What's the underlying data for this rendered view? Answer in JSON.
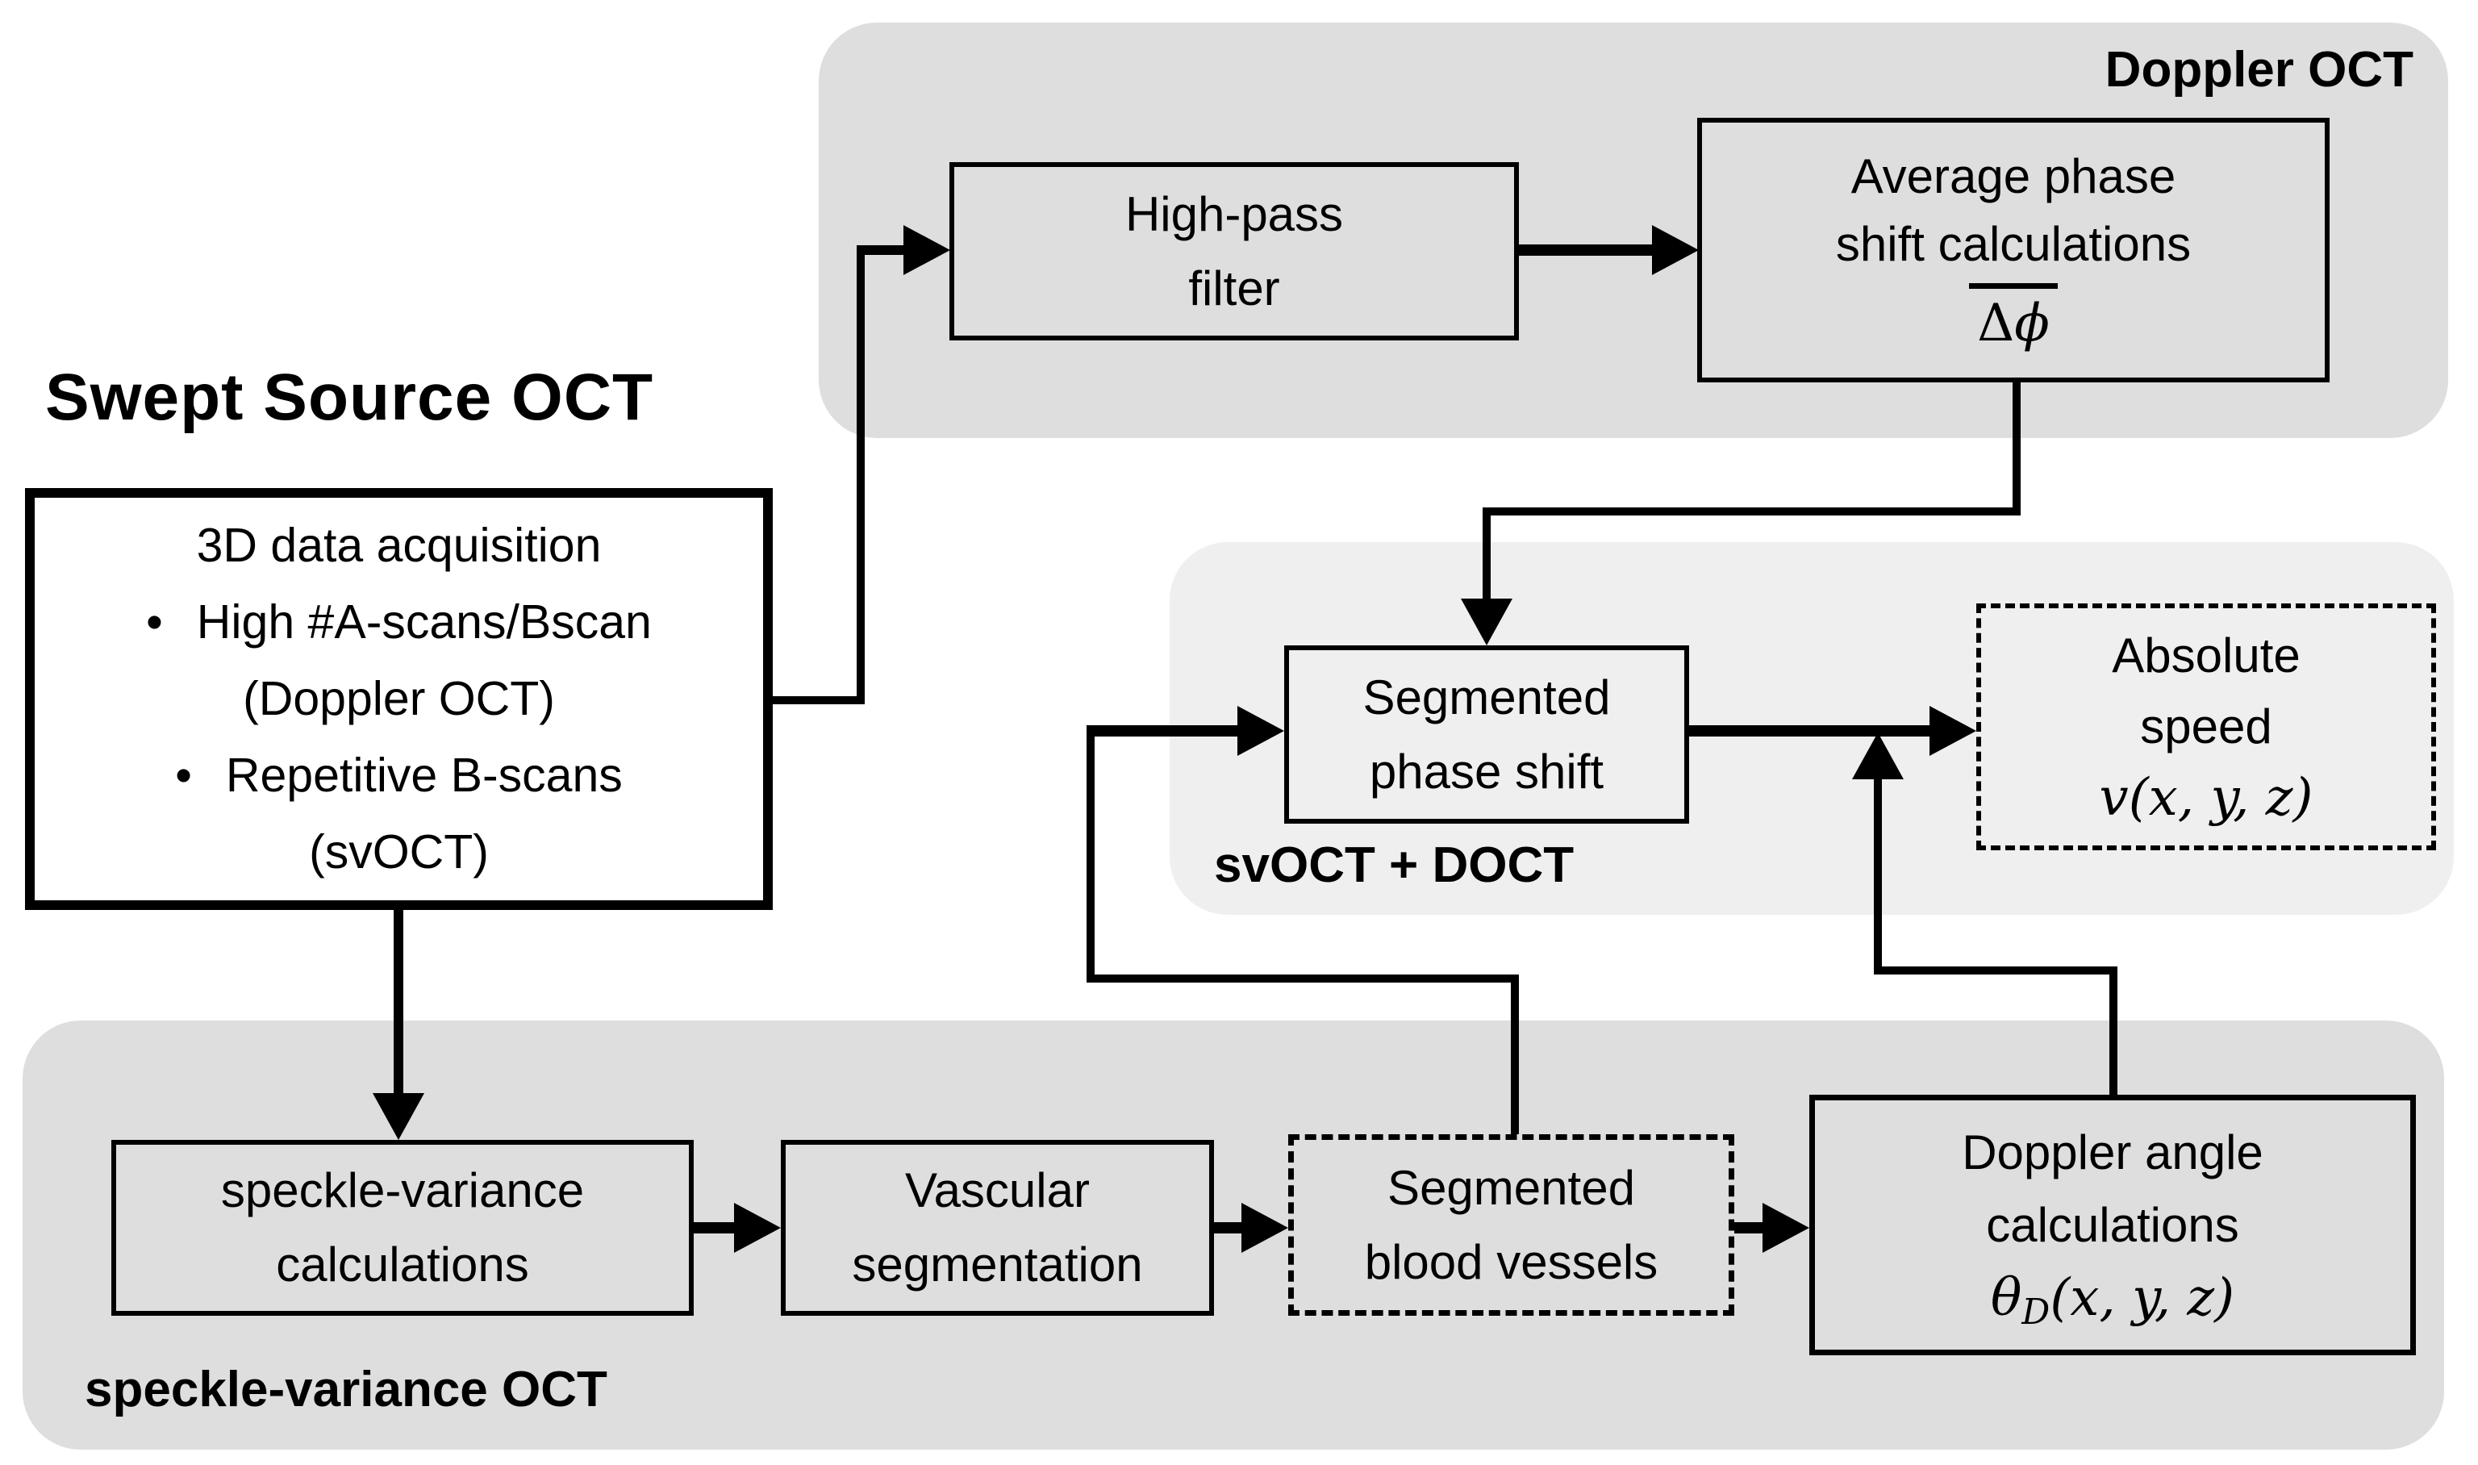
{
  "colors": {
    "panel_dark": "#dedede",
    "panel_light": "#efefef",
    "line": "#000000",
    "node_fill_white": "#ffffff",
    "text": "#000000"
  },
  "title": "Swept Source OCT",
  "panels": {
    "doppler": {
      "label": "Doppler OCT"
    },
    "svdoct": {
      "label": "svOCT + DOCT"
    },
    "sv": {
      "label": "speckle-variance OCT"
    }
  },
  "nodes": {
    "acq": {
      "line1": "3D data acquisition",
      "bullet": "•",
      "line2": "High #A-scans/Bscan",
      "line3": "(Doppler OCT)",
      "line4": "Repetitive B-scans",
      "line5": "(svOCT)"
    },
    "highpass": {
      "line1": "High-pass",
      "line2": "filter"
    },
    "avgphase": {
      "line1": "Average phase",
      "line2": "shift calculations",
      "math_delta": "Δ",
      "math_phi": "ϕ"
    },
    "segphase": {
      "line1": "Segmented",
      "line2": "phase shift"
    },
    "absspeed": {
      "line1": "Absolute",
      "line2": "speed",
      "math": "v(x, y, z)"
    },
    "svcalc": {
      "line1": "speckle-variance",
      "line2": "calculations"
    },
    "vascseg": {
      "line1": "Vascular",
      "line2": "segmentation"
    },
    "segvessels": {
      "line1": "Segmented",
      "line2": "blood vessels"
    },
    "dopangle": {
      "line1": "Doppler angle",
      "line2": "calculations",
      "math_theta": "θ",
      "math_sub": "D",
      "math_args": "(x, y, z)"
    }
  }
}
